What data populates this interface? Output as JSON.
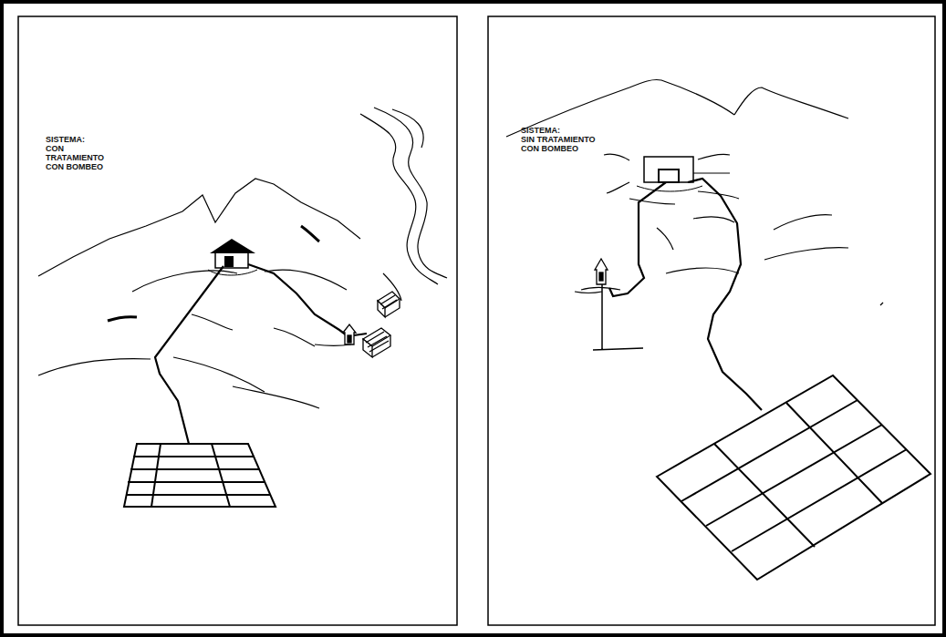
{
  "diagram": {
    "labels": [
      "SISTEMA:",
      "CON TRATAMIENTO CON BOMBEO",
      "SISTEMA:",
      "SIN TRATAMIENTO CON BOMBEO"
    ]
  }
}
